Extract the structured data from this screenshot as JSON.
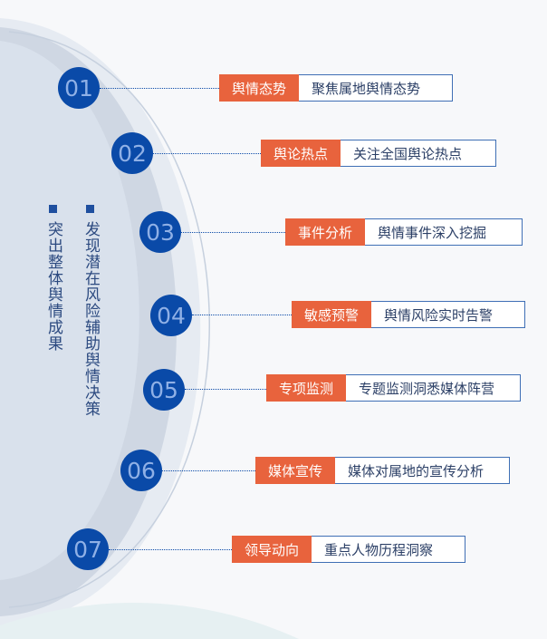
{
  "left_labels": [
    "突出整体舆情成果",
    "发现潜在风险辅助舆情决策"
  ],
  "items": [
    {
      "num": "01",
      "title": "舆情态势",
      "desc": "聚焦属地舆情态势"
    },
    {
      "num": "02",
      "title": "舆论热点",
      "desc": "关注全国舆论热点"
    },
    {
      "num": "03",
      "title": "事件分析",
      "desc": "舆情事件深入挖掘"
    },
    {
      "num": "04",
      "title": "敏感预警",
      "desc": "舆情风险实时告警"
    },
    {
      "num": "05",
      "title": "专项监测",
      "desc": "专题监测洞悉媒体阵营"
    },
    {
      "num": "06",
      "title": "媒体宣传",
      "desc": "媒体对属地的宣传分析"
    },
    {
      "num": "07",
      "title": "领导动向",
      "desc": "重点人物历程洞察"
    }
  ],
  "colors": {
    "circle": "#0a4aa8",
    "accent": "#e8633d",
    "arc": "#cdd6e3",
    "text": "#2c4a80"
  }
}
